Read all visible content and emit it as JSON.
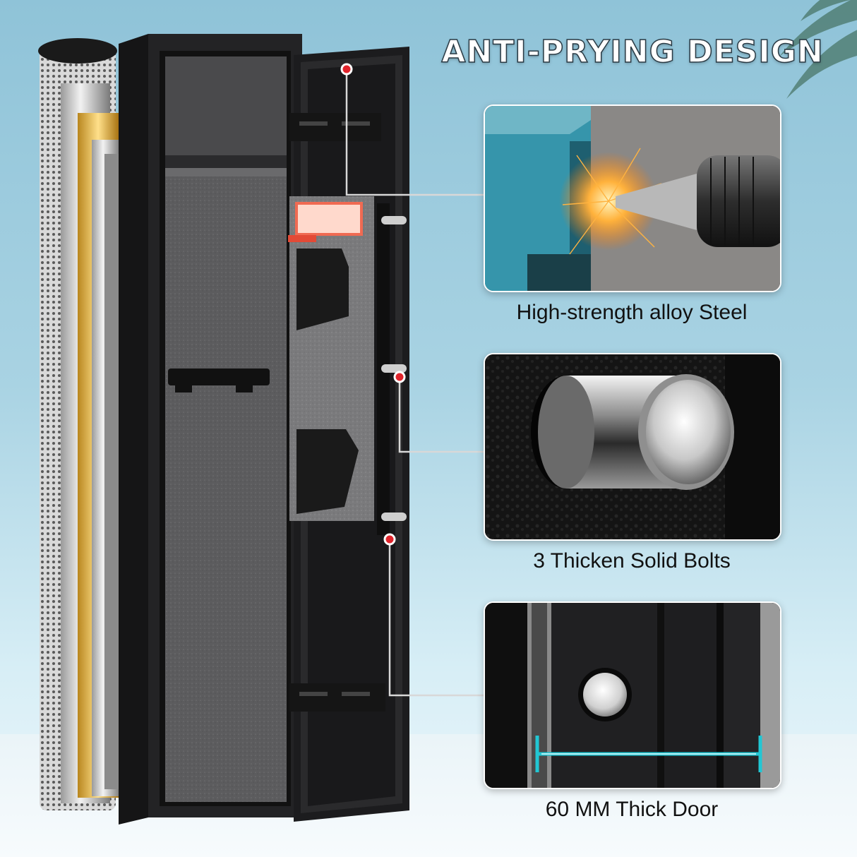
{
  "title": "ANTI-PRYING DESIGN",
  "features": [
    {
      "caption": "High-strength alloy Steel",
      "icon": "drill-icon"
    },
    {
      "caption": "3 Thicken Solid Bolts",
      "icon": "bolt-icon"
    },
    {
      "caption": "60 MM Thick Door",
      "icon": "door-thickness-icon"
    }
  ],
  "colors": {
    "accent": "#21c7d4",
    "marker": "#e0242c",
    "safe_body": "#1f1f21",
    "felt": "#5e5e60"
  }
}
